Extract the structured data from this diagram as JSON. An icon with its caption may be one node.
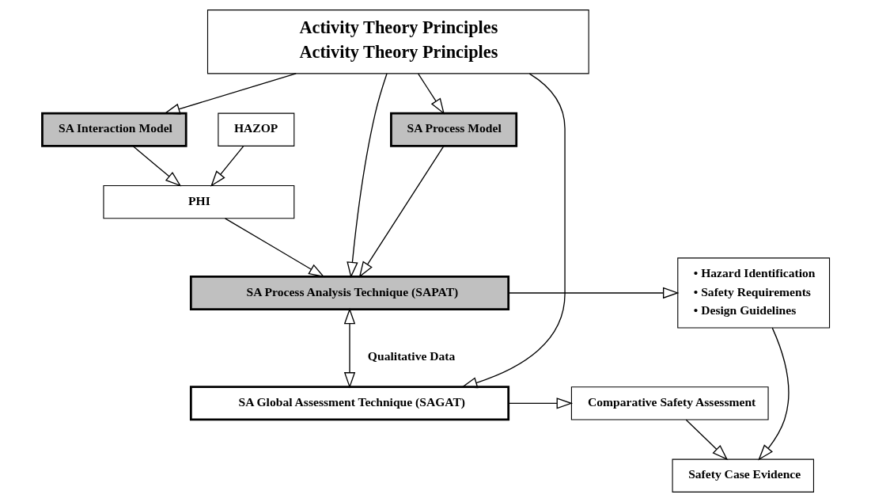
{
  "diagram": {
    "nodes": [
      {
        "text": [
          "Activity Theory Principles",
          "Activity Theory Principles"
        ]
      },
      {
        "text": [
          "SA Interaction Model"
        ]
      },
      {
        "text": [
          "HAZOP"
        ]
      },
      {
        "text": [
          "SA Process Model"
        ]
      },
      {
        "text": [
          "PHI"
        ]
      },
      {
        "text": [
          "SA Process Analysis Technique (SAPAT)"
        ]
      },
      {
        "text": [
          "• Hazard Identification",
          "• Safety Requirements",
          "• Design Guidelines"
        ]
      },
      {
        "text": [
          "SA Global Assessment Technique (SAGAT)"
        ]
      },
      {
        "text": [
          "Comparative Safety Assessment"
        ]
      },
      {
        "text": [
          "Safety Case Evidence"
        ]
      }
    ],
    "edges": [
      {
        "from": 0,
        "to": 1,
        "arrow": "to"
      },
      {
        "from": 0,
        "to": 3,
        "arrow": "to"
      },
      {
        "from": 1,
        "to": 4,
        "arrow": "to"
      },
      {
        "from": 2,
        "to": 4,
        "arrow": "to"
      },
      {
        "from": 4,
        "to": 5,
        "arrow": "to"
      },
      {
        "from": 3,
        "to": 5,
        "arrow": "to"
      },
      {
        "from": 0,
        "to": 5,
        "arrow": "to"
      },
      {
        "from": 0,
        "to": 7,
        "arrow": "to"
      },
      {
        "from": 5,
        "to": 6,
        "arrow": "to"
      },
      {
        "from": 6,
        "to": 9,
        "arrow": "to"
      },
      {
        "from": 5,
        "to": 7,
        "arrow": "both",
        "label": "Qualitative Data"
      },
      {
        "from": 7,
        "to": 8,
        "arrow": "to"
      },
      {
        "from": 8,
        "to": 9,
        "arrow": "to"
      }
    ]
  }
}
